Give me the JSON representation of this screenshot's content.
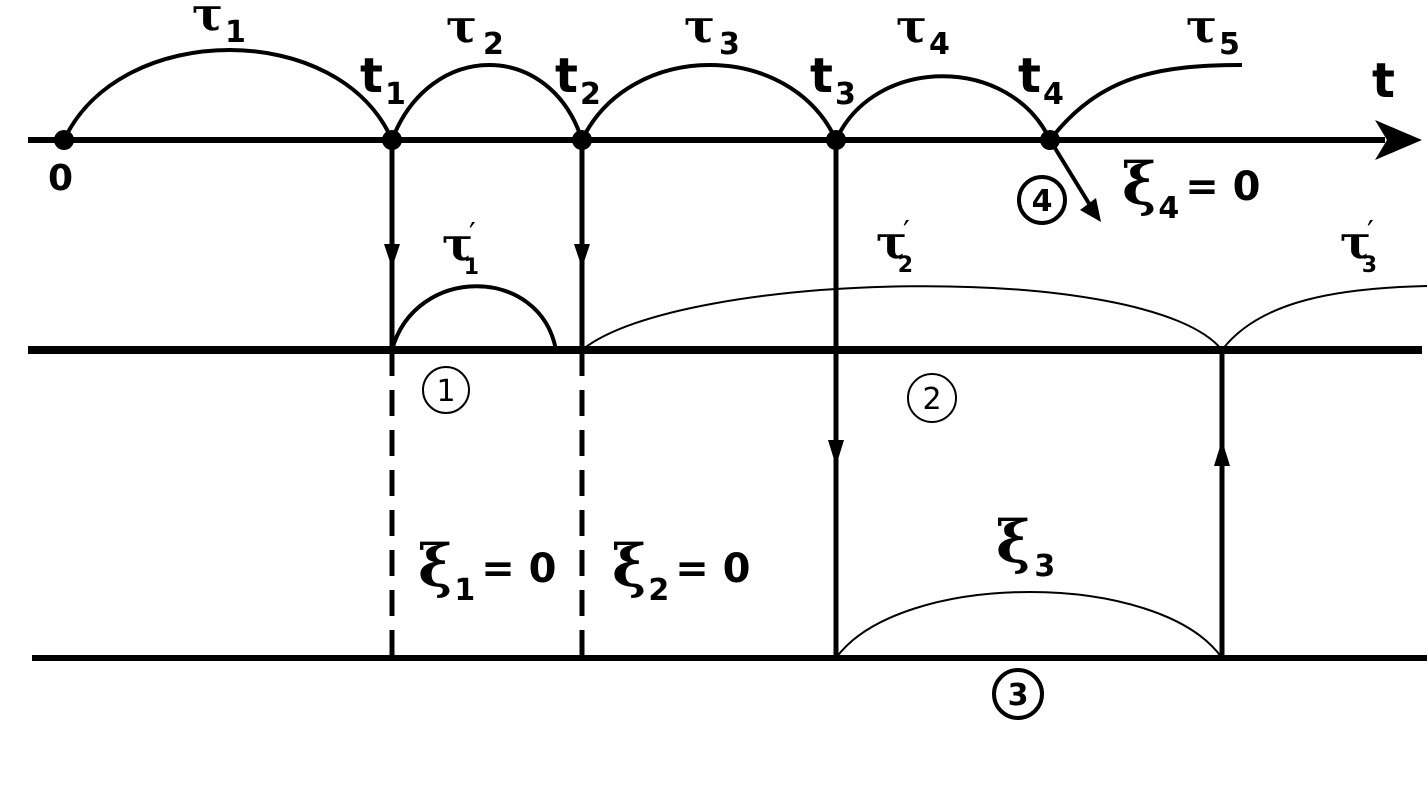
{
  "axis": {
    "t_label": "t",
    "origin_label": "0"
  },
  "events": [
    {
      "letter": "t",
      "index": "1"
    },
    {
      "letter": "t",
      "index": "2"
    },
    {
      "letter": "t",
      "index": "3"
    },
    {
      "letter": "t",
      "index": "4"
    }
  ],
  "intervals": [
    {
      "letter": "τ",
      "index": "1"
    },
    {
      "letter": "τ",
      "index": "2"
    },
    {
      "letter": "τ",
      "index": "3"
    },
    {
      "letter": "τ",
      "index": "4"
    },
    {
      "letter": "τ",
      "index": "5"
    }
  ],
  "service_intervals": [
    {
      "letter": "τ",
      "index": "1",
      "prime": "′"
    },
    {
      "letter": "τ",
      "index": "2",
      "prime": "′"
    },
    {
      "letter": "τ",
      "index": "3",
      "prime": "′"
    }
  ],
  "xi": [
    {
      "letter": "ξ",
      "index": "1",
      "value": "= 0"
    },
    {
      "letter": "ξ",
      "index": "2",
      "value": "= 0"
    },
    {
      "letter": "ξ",
      "index": "3",
      "value": ""
    },
    {
      "letter": "ξ",
      "index": "4",
      "value": "= 0"
    }
  ],
  "markers": [
    "1",
    "2",
    "3",
    "4"
  ]
}
